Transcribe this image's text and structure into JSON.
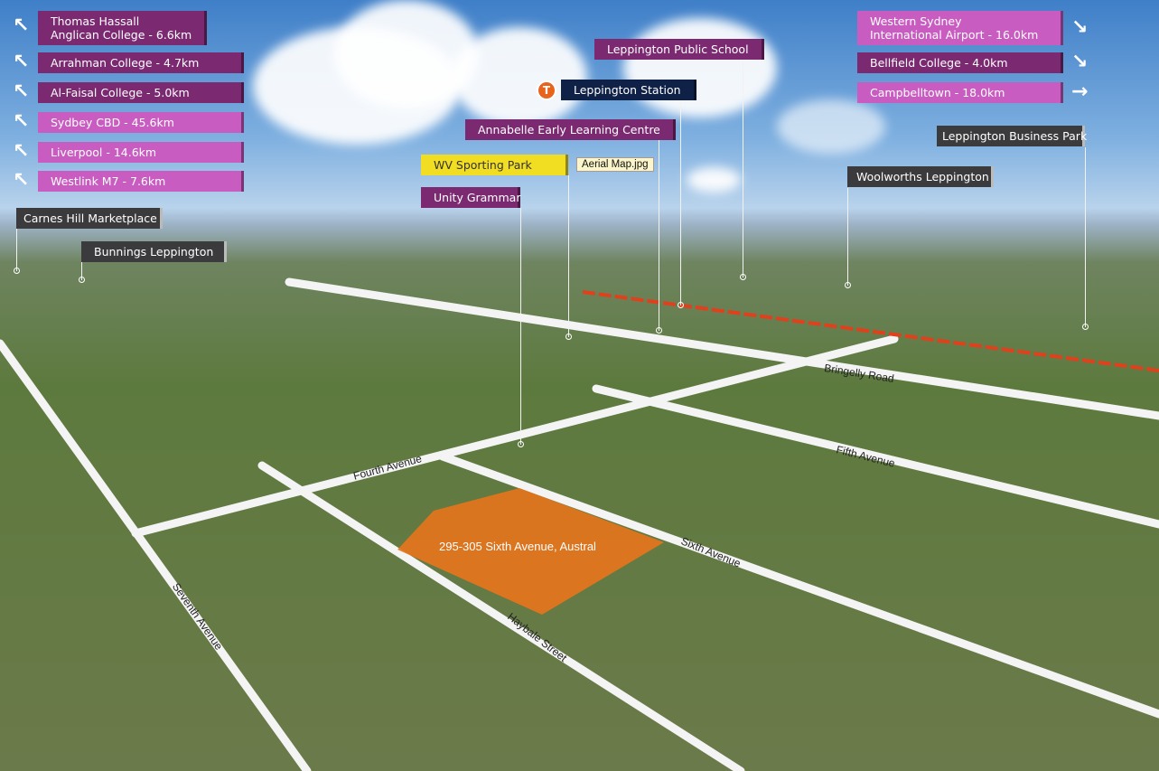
{
  "image": {
    "file_tooltip": "Aerial Map.jpg"
  },
  "colors": {
    "dark_purple": "#7b2a72",
    "pink": "#c95cc1",
    "navy": "#0f2147",
    "grey": "#3b3b3d",
    "yellow": "#f1dd21",
    "parcel": "#e8741c"
  },
  "left_destinations": [
    {
      "label": "Thomas Hassall\nAnglican College - 6.6km",
      "style": "dark",
      "icon": "arrow-up-left-icon"
    },
    {
      "label": "Arrahman College - 4.7km",
      "style": "dark",
      "icon": "arrow-up-left-icon"
    },
    {
      "label": "Al-Faisal College - 5.0km",
      "style": "dark",
      "icon": "arrow-up-left-icon"
    },
    {
      "label": "Sydbey CBD - 45.6km",
      "style": "pink",
      "icon": "arrow-up-left-icon"
    },
    {
      "label": "Liverpool - 14.6km",
      "style": "pink",
      "icon": "arrow-up-left-icon"
    },
    {
      "label": "Westlink M7 - 7.6km",
      "style": "pink",
      "icon": "arrow-up-left-icon"
    }
  ],
  "right_destinations": [
    {
      "label": "Western Sydney\nInternational Airport - 16.0km",
      "style": "pink",
      "icon": "arrow-down-right-icon"
    },
    {
      "label": "Bellfield College - 4.0km",
      "style": "dark",
      "icon": "arrow-down-right-icon"
    },
    {
      "label": "Campbelltown - 18.0km",
      "style": "pink",
      "icon": "arrow-right-icon"
    }
  ],
  "landmarks": {
    "public_school": "Leppington Public School",
    "station": "Leppington Station",
    "station_icon": "T",
    "annabelle": "Annabelle Early Learning Centre",
    "wv_park": "WV Sporting Park",
    "unity": "Unity Grammar",
    "carnes": "Carnes Hill Marketplace",
    "bunnings": "Bunnings Leppington",
    "woolworths": "Woolworths Leppington",
    "business_park": "Leppington Business Park"
  },
  "roads": {
    "bringelly": "Bringelly Road",
    "fourth": "Fourth Avenue",
    "fifth": "Fifth Avenue",
    "sixth": "Sixth Avenue",
    "seventh": "Seventh Avenue",
    "haybale": "Haybale Street"
  },
  "parcel": {
    "label": "295-305 Sixth Avenue, Austral"
  }
}
